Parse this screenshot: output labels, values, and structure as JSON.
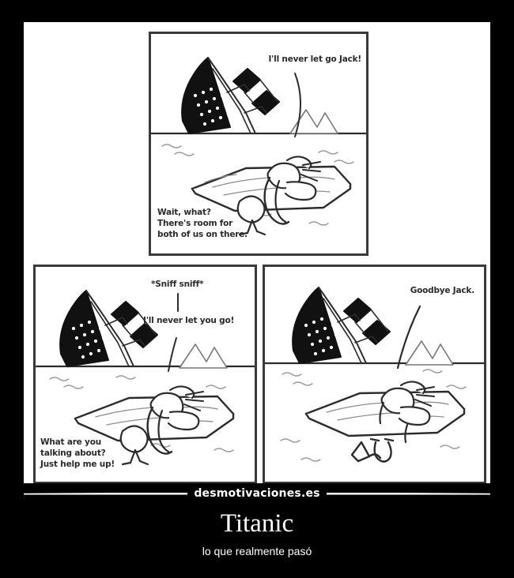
{
  "poster": {
    "title": "Titanic",
    "subtitle": "lo que realmente pasó",
    "watermark": "desmotivaciones.es",
    "background_color": "#000000",
    "frame_color": "#ffffff"
  },
  "comic": {
    "style": "black-and-white webcomic, 3 panels",
    "panel_border_color": "#3a3a3a",
    "panels": [
      {
        "id": "panel-1",
        "position": "top-center",
        "captions": [
          {
            "id": "caption-1a",
            "text": "I'll never let go Jack!",
            "speaker": "rose",
            "position": "top-right"
          },
          {
            "id": "caption-1b",
            "text": "Wait, what?\nThere's room for\nboth of us on there.",
            "speaker": "jack",
            "position": "bottom-left"
          }
        ],
        "elements": [
          "sinking-ship",
          "iceberg",
          "horizon",
          "water",
          "floating-door",
          "rose-on-door",
          "jack-in-water"
        ]
      },
      {
        "id": "panel-2",
        "position": "bottom-left",
        "captions": [
          {
            "id": "caption-2a",
            "text": "*Sniff sniff*",
            "speaker": "rose",
            "position": "top-center"
          },
          {
            "id": "caption-2b",
            "text": "I'll never let you go!",
            "speaker": "rose",
            "position": "top-right"
          },
          {
            "id": "caption-2c",
            "text": "What are you\ntalking about?\nJust help me up!",
            "speaker": "jack",
            "position": "bottom-left"
          }
        ],
        "elements": [
          "sinking-ship",
          "iceberg",
          "horizon",
          "water",
          "floating-door",
          "rose-on-door",
          "jack-in-water"
        ]
      },
      {
        "id": "panel-3",
        "position": "bottom-right",
        "captions": [
          {
            "id": "caption-3a",
            "text": "Goodbye Jack.",
            "speaker": "rose",
            "position": "top-right"
          }
        ],
        "elements": [
          "sinking-ship",
          "iceberg",
          "horizon",
          "water",
          "floating-door",
          "rose-on-door",
          "jack-sinking-legs"
        ]
      }
    ]
  }
}
